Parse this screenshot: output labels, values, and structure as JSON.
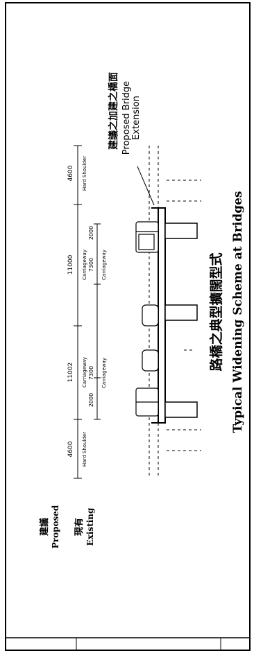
{
  "existing_carriageway": {
    "left_shoulder": {
      "dimension": "4600",
      "label": "Hard Shoulder"
    },
    "carriageway_total": {
      "dimension": "11002",
      "label": "Carriageway"
    },
    "right_shoulder": {
      "dimension": "4600",
      "label": "Hard Shoulder"
    },
    "carriageway_total_2": {
      "dimension": "11000",
      "label": "Carriageway"
    }
  },
  "bridge_deck": {
    "dim_2000_left": "2000",
    "dim_7300_left": "7300",
    "label_left": "Carriageway",
    "dim_7300_right": "7300",
    "label_right": "Carriageway",
    "dim_2000_right": "2000"
  },
  "extension_label": {
    "chinese": "建議之加建之橋面",
    "english_line1": "Proposed Bridge",
    "english_line2": "Extension"
  },
  "legend": {
    "proposed_chinese": "建議",
    "proposed_english": "Proposed",
    "existing_chinese": "現有",
    "existing_english": "Existing"
  },
  "title": {
    "chinese": "路橋之典型擴闊型式",
    "english": "Typical Widening Scheme at Bridges"
  }
}
